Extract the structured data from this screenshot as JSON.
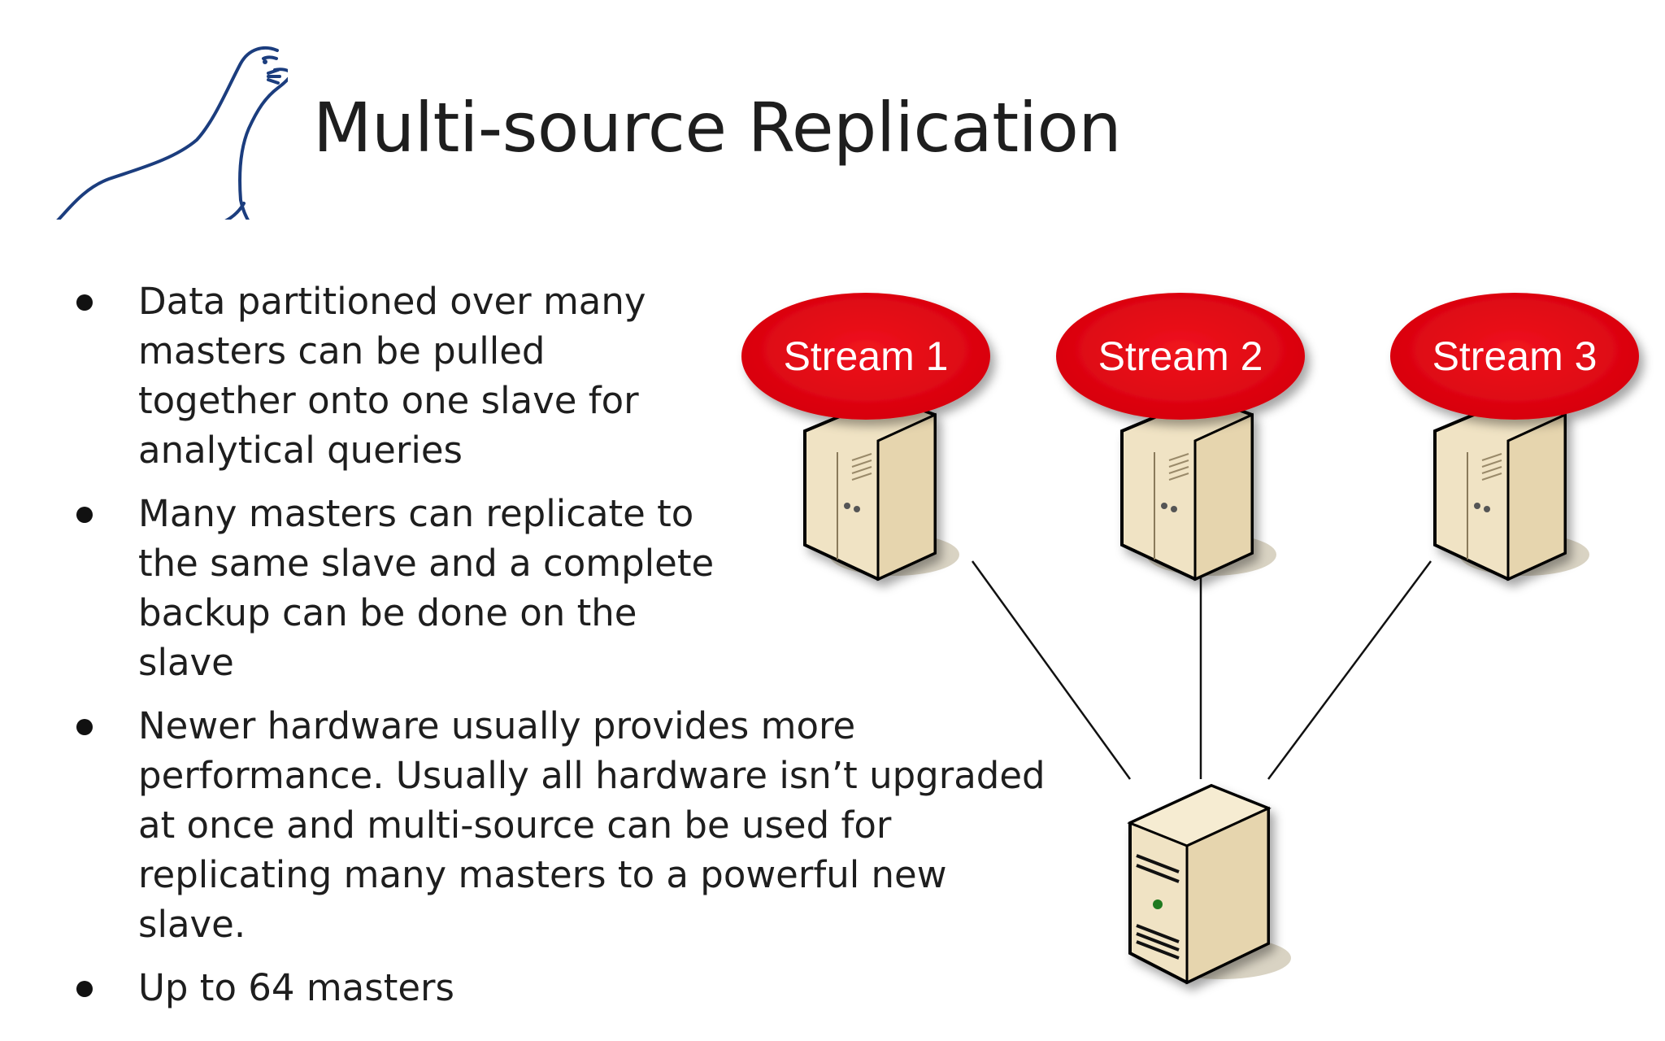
{
  "slide": {
    "title": "Multi-source Replication",
    "logo": {
      "name": "seal-logo",
      "color": "#1b3d7e"
    },
    "bullets": [
      "Data partitioned over many masters can be pulled together onto one slave for analytical queries",
      "Many masters can replicate to the same slave and a complete backup can be done on the slave",
      "Newer hardware usually provides more performance. Usually all hardware isn’t upgraded at once and multi-source can be used for replicating many masters to a powerful new slave.",
      "Up to 64 masters"
    ]
  },
  "diagram": {
    "streams": [
      {
        "label": "Stream 1"
      },
      {
        "label": "Stream 2"
      },
      {
        "label": "Stream 3"
      }
    ],
    "colors": {
      "stream_bubble": "#e30613",
      "server_body": "#f0e3c4",
      "server_shadow": "#d9d3c3",
      "outline": "#000000"
    },
    "icons": [
      "source-server-icon",
      "target-server-icon"
    ]
  }
}
